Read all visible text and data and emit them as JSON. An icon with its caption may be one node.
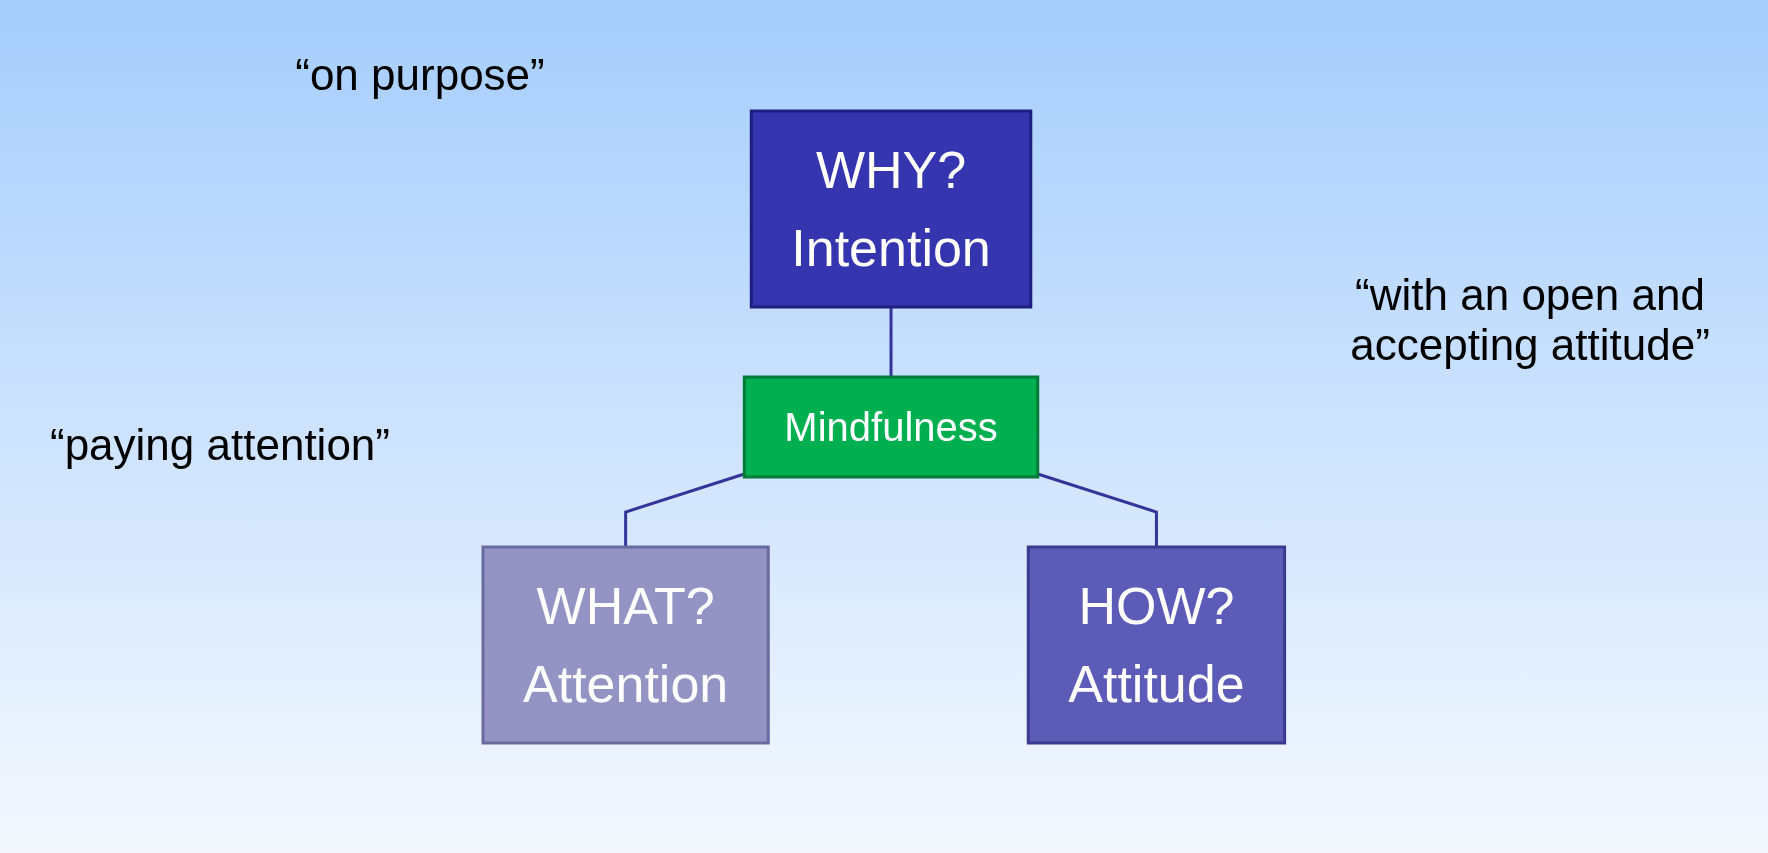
{
  "diagram": {
    "nodes": [
      {
        "text": [
          "WHY?",
          "Intention"
        ]
      },
      {
        "text": [
          "Mindfulness"
        ]
      },
      {
        "text": [
          "WHAT?",
          "Attention"
        ]
      },
      {
        "text": [
          "HOW?",
          "Attitude"
        ]
      }
    ],
    "edges": [
      {
        "from": 0,
        "to": 1,
        "arrow": "none"
      },
      {
        "from": 1,
        "to": 2,
        "arrow": "none"
      },
      {
        "from": 1,
        "to": 3,
        "arrow": "none"
      }
    ],
    "labels": [
      "“on purpose”",
      "“with an open and accepting attitude”",
      "“paying attention”"
    ]
  }
}
